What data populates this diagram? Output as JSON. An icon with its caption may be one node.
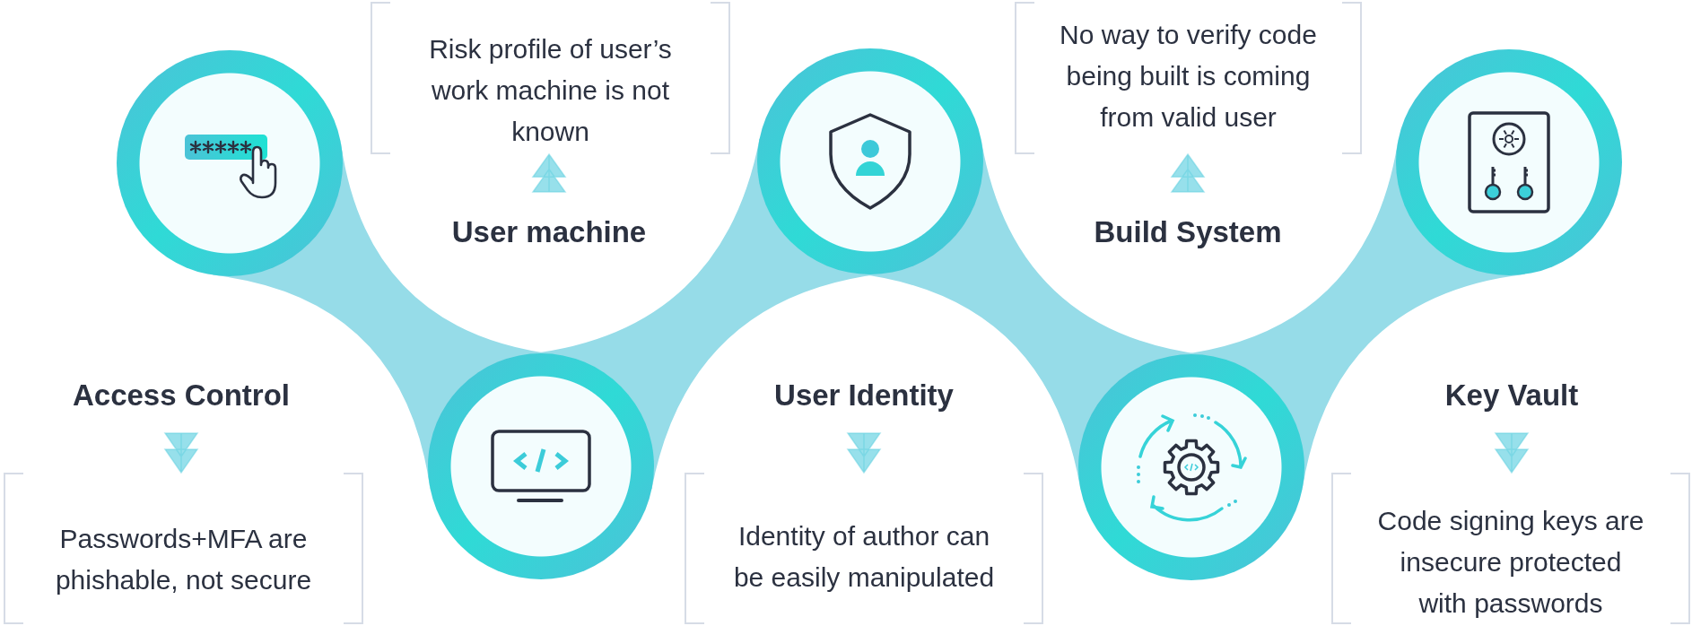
{
  "diagram": {
    "nodes": [
      {
        "text": [],
        "shape": "circle"
      },
      {
        "text": [
          "Risk profile of user’s work machine is not known"
        ]
      },
      {
        "text": [
          "User machine"
        ]
      },
      {
        "text": [],
        "shape": "circle"
      },
      {
        "text": [
          "No way to verify code being built is coming from valid user"
        ]
      },
      {
        "text": [
          "Build System"
        ]
      },
      {
        "text": [],
        "shape": "circle"
      },
      {
        "text": [
          "Access Control"
        ]
      },
      {
        "text": [],
        "shape": "circle"
      },
      {
        "text": [
          "User Identity"
        ]
      },
      {
        "text": [],
        "shape": "circle"
      },
      {
        "text": [
          "Key Vault"
        ]
      },
      {
        "text": [
          "Passwords+MFA are phishable, not secure"
        ]
      },
      {
        "text": [
          "Identity of author can be easily manipulated"
        ]
      },
      {
        "text": [
          "Code signing keys are insecure protected with passwords"
        ]
      }
    ],
    "edges": [
      {
        "from": 0,
        "to": 8,
        "arrow": "none",
        "style": "thick"
      },
      {
        "from": 8,
        "to": 3,
        "arrow": "none",
        "style": "thick"
      },
      {
        "from": 3,
        "to": 10,
        "arrow": "none",
        "style": "thick"
      },
      {
        "from": 10,
        "to": 6,
        "arrow": "none",
        "style": "thick"
      },
      {
        "from": 2,
        "to": 1,
        "arrow": "to"
      },
      {
        "from": 5,
        "to": 4,
        "arrow": "to"
      },
      {
        "from": 7,
        "to": 12,
        "arrow": "to"
      },
      {
        "from": 9,
        "to": 13,
        "arrow": "to"
      },
      {
        "from": 11,
        "to": 14,
        "arrow": "to"
      }
    ]
  }
}
